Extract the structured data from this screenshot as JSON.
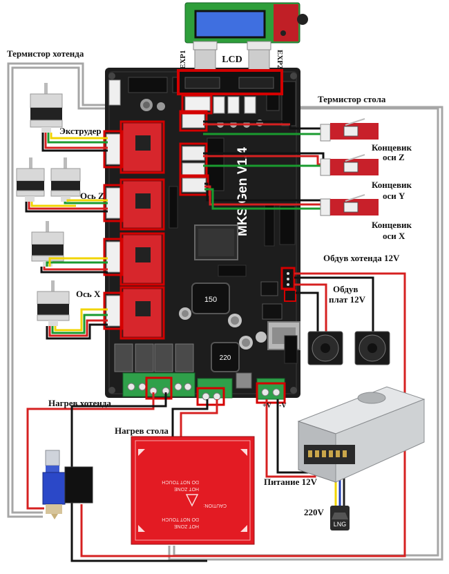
{
  "board": {
    "silkscreen": "MKS Gen V1.4",
    "chip_150": "150",
    "chip_220": "220",
    "lcd_title": "LCD",
    "exp1": "EXP1",
    "exp2": "EXP2"
  },
  "labels": {
    "hotend_thermistor": "Термистор хотенда",
    "bed_thermistor": "Термистор стола",
    "extruder": "Экструдер",
    "axis_z": "Ось Z",
    "axis_x": "Ось X",
    "endstop_z_1": "Концевик",
    "endstop_z_2": "оси Z",
    "endstop_y_1": "Концевик",
    "endstop_y_2": "оси Y",
    "endstop_x_1": "Концевик",
    "endstop_x_2": "оси X",
    "hotend_fan": "Обдув хотенда 12V",
    "board_fan_1": "Обдув",
    "board_fan_2": "плат 12V",
    "hotend_heater": "Нагрев хотенда",
    "bed_heater": "Нагрев стола",
    "power": "Питание 12V",
    "mains": "220V",
    "plus_v": "+V",
    "minus_v": "-V",
    "lng": "LNG"
  },
  "heatbed": {
    "caution": "CAUTION:",
    "hot_zone": "HOT ZONE",
    "do_not_touch": "DO NOT TOUCH"
  },
  "colors": {
    "pcb": "#1d1d1d",
    "driver": "#d7262c",
    "highlight": "#d40000",
    "wire_red": "#d62020",
    "wire_black": "#111111",
    "wire_yellow": "#f1d400",
    "wire_green": "#1a9b2f",
    "wire_gray": "#a6a6a6",
    "lcd_screen": "#3f6fe0",
    "heatbed": "#e31b23",
    "psu": "#cfd2d4"
  }
}
